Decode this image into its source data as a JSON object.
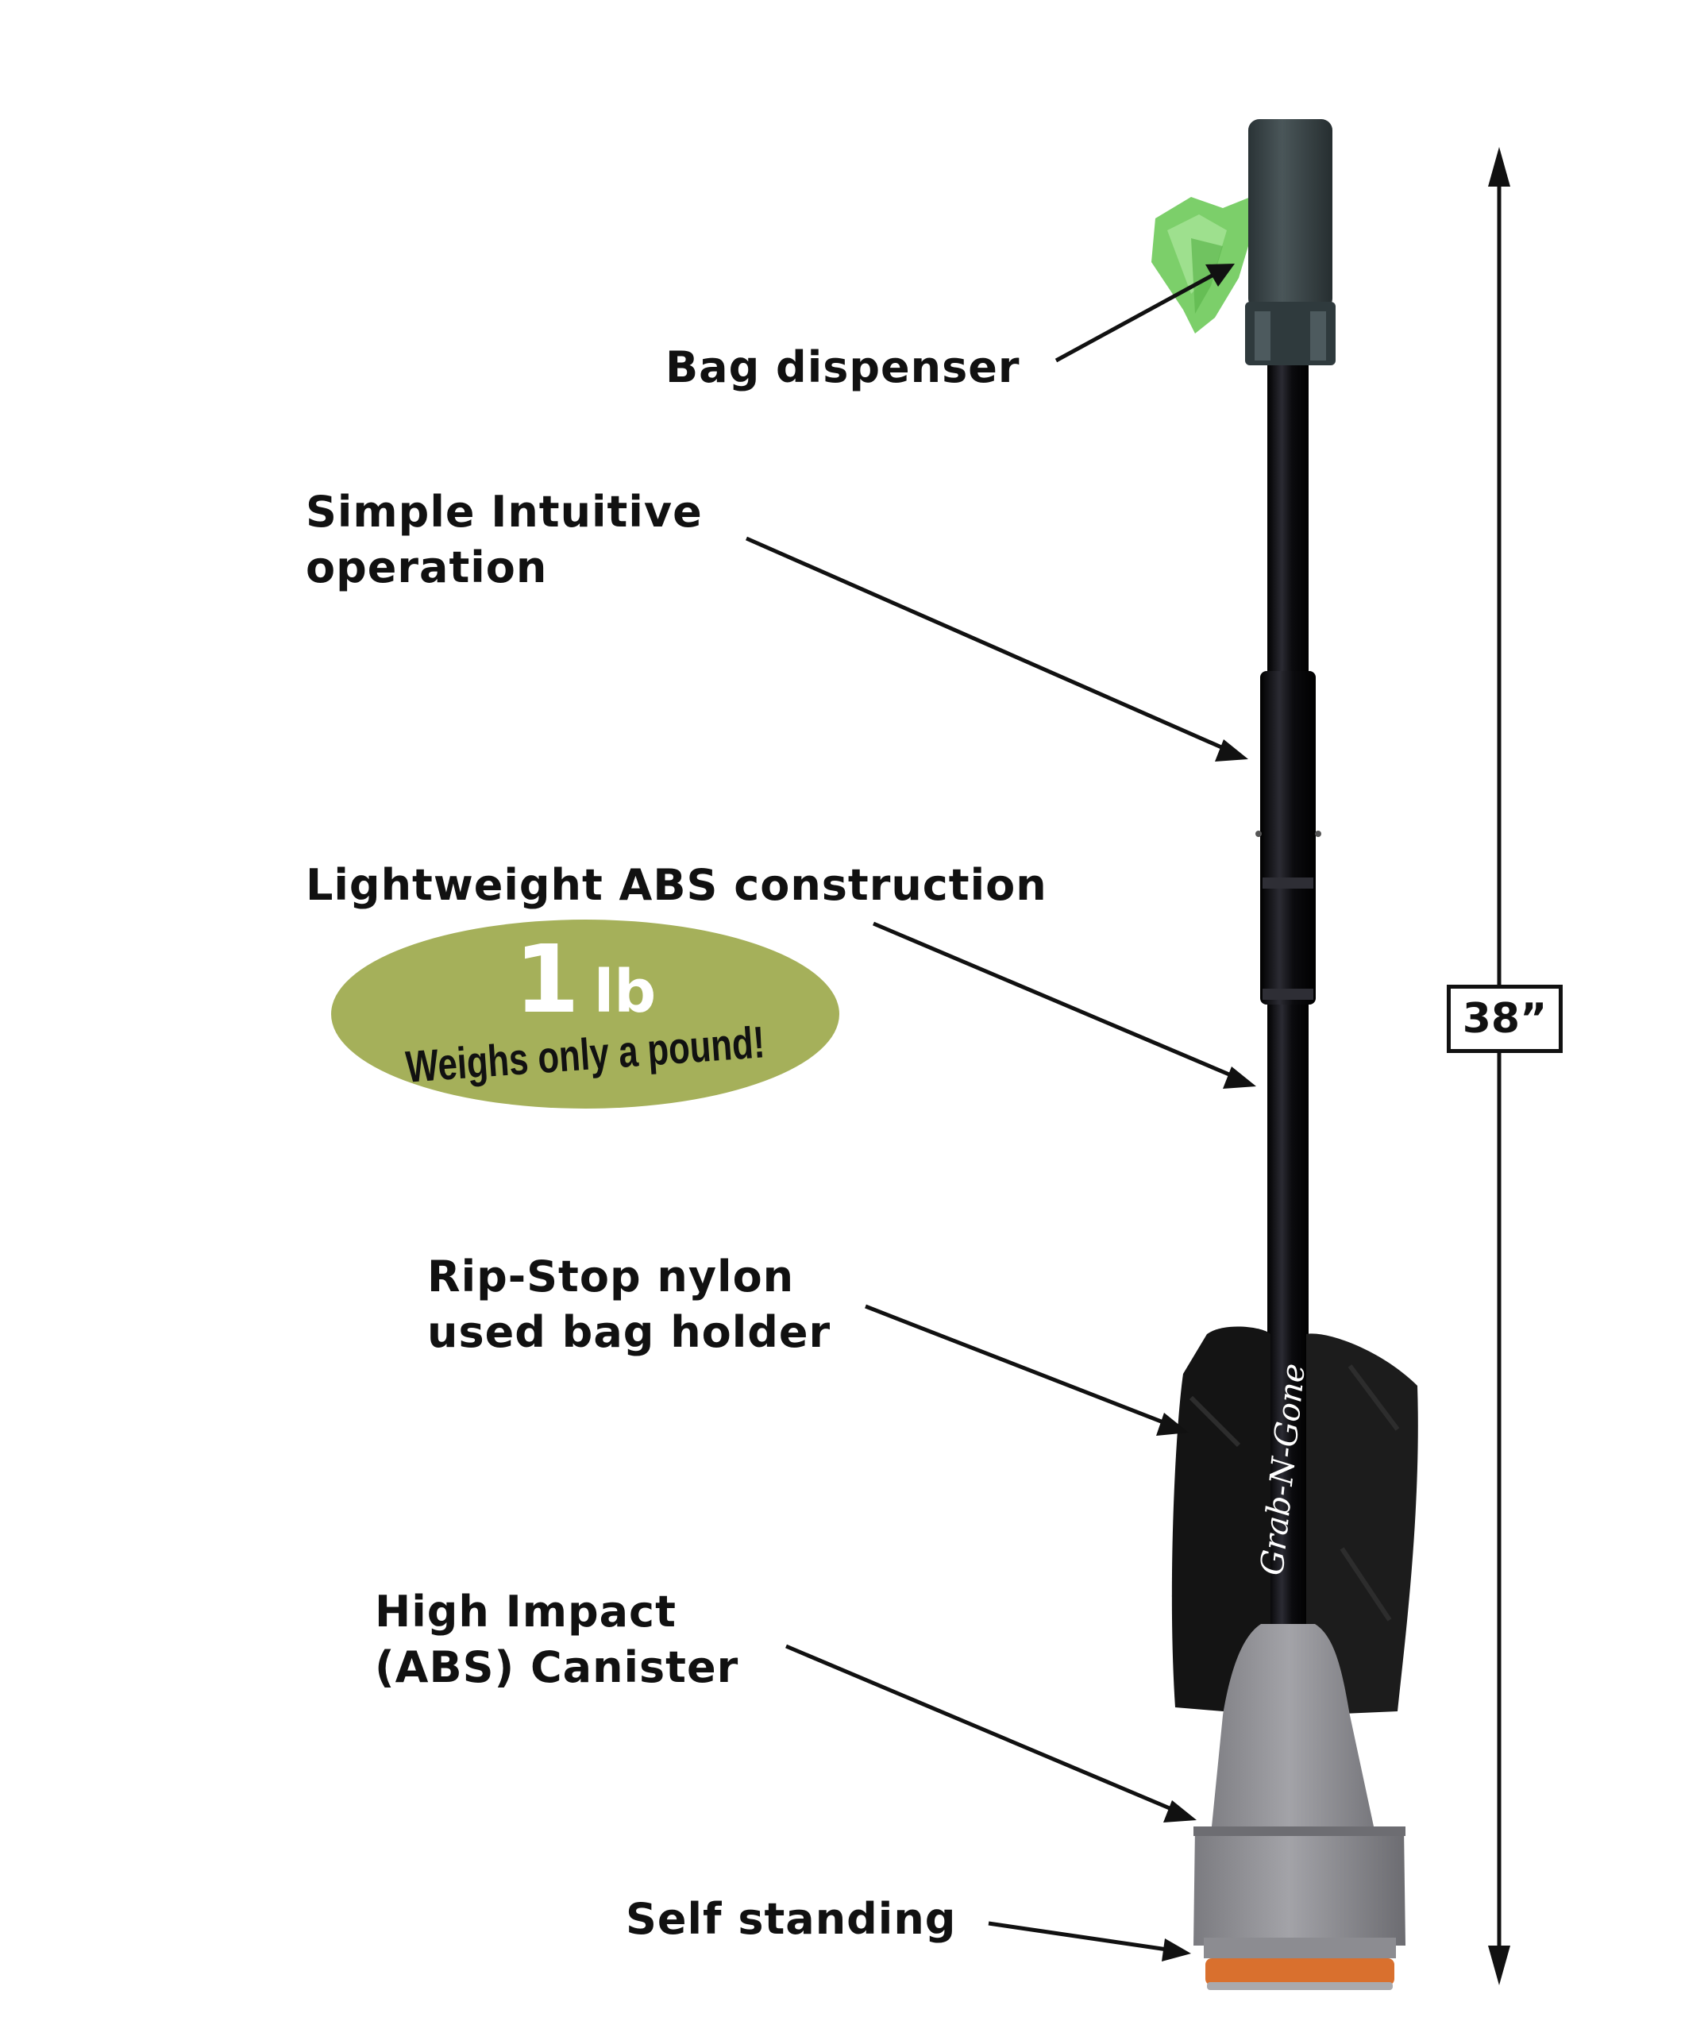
{
  "callouts": {
    "bag_dispenser": "Bag dispenser",
    "intuitive": [
      "Simple Intuitive",
      "operation"
    ],
    "lightweight": "Lightweight ABS construction",
    "bag_holder": [
      "Rip-Stop nylon",
      "used bag holder"
    ],
    "canister": [
      "High Impact",
      "(ABS) Canister"
    ],
    "self_standing": "Self standing"
  },
  "badge": {
    "weight_value": "1",
    "weight_unit": "lb",
    "subtitle": "Weighs only a pound!"
  },
  "dimension": {
    "length": "38”"
  },
  "product": {
    "brand": "Grab-N-Gone"
  },
  "colors": {
    "text": "#111111",
    "badge": "#a5b05a",
    "shaft": "#0f0f12",
    "cap": "#3b4548",
    "bag": "#7ccf6a",
    "holder": "#1a1a1a",
    "canister": "#8e8e93",
    "base_ring": "#d9702e"
  }
}
